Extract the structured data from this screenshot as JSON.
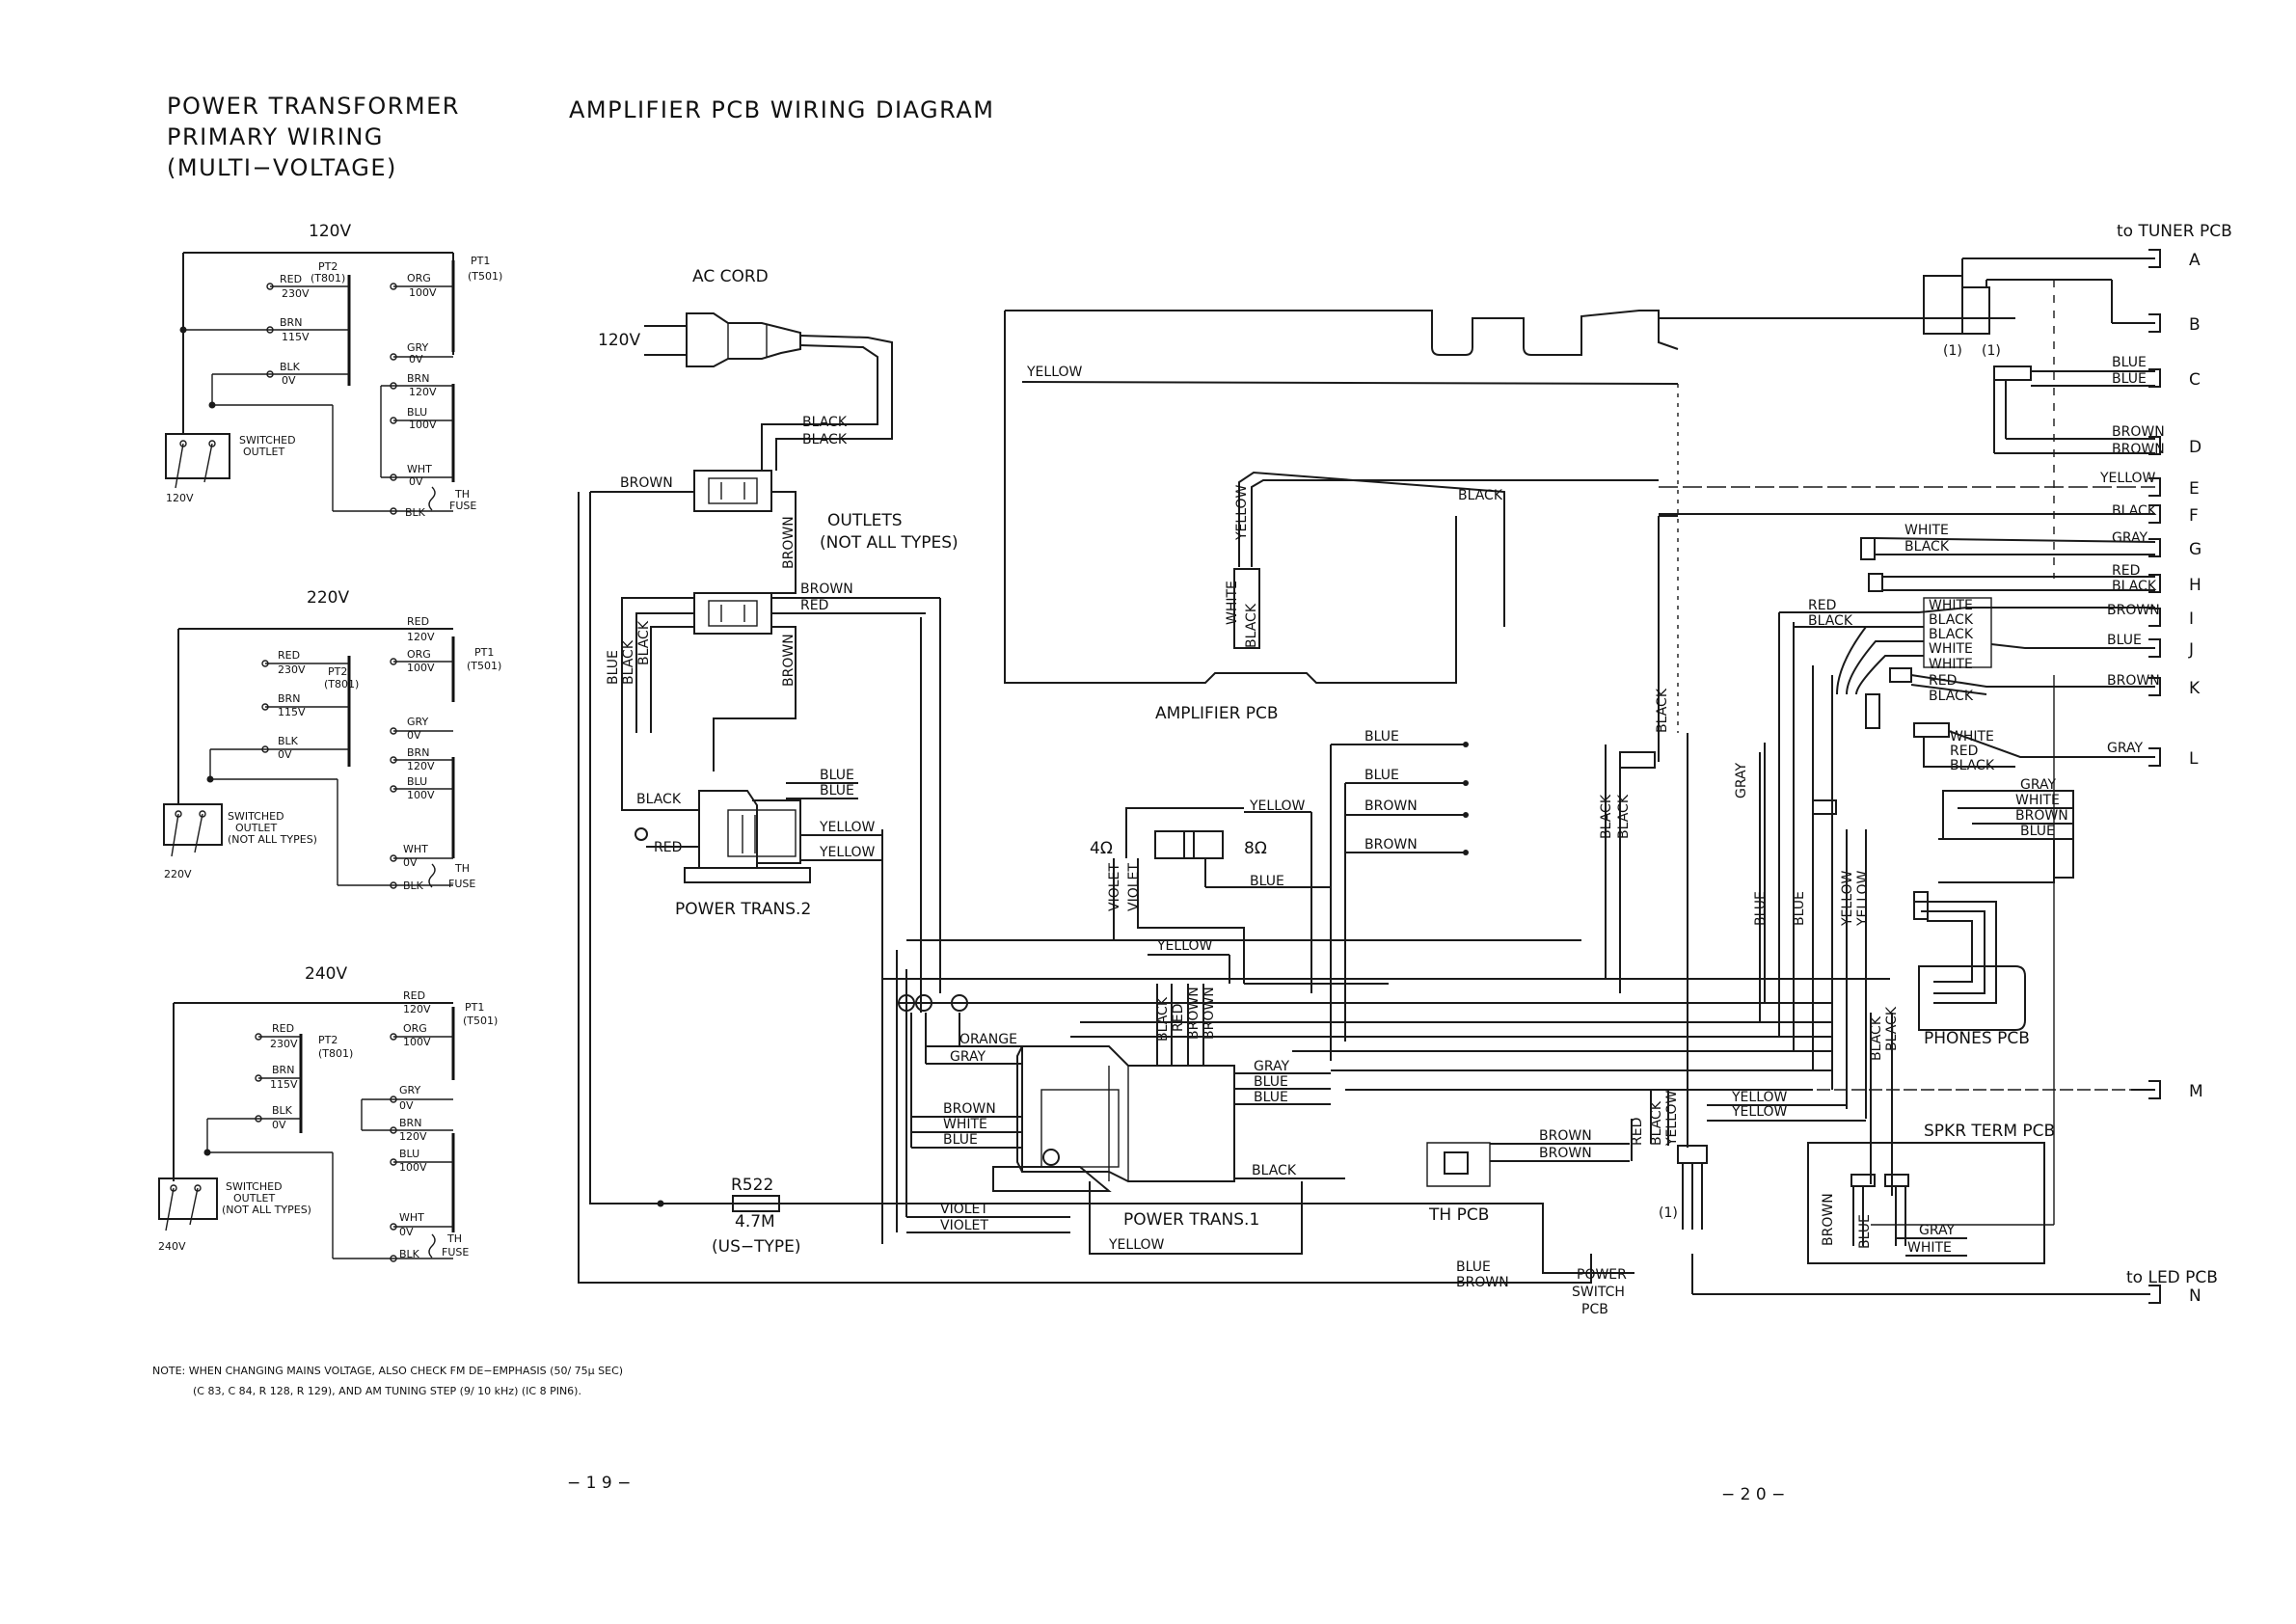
{
  "headings": {
    "left_line1": "POWER TRANSFORMER",
    "left_line2": "PRIMARY WIRING",
    "left_line3": "(MULTI−VOLTAGE)",
    "main": "AMPLIFIER PCB WIRING DIAGRAM"
  },
  "primary": {
    "v120": "120V",
    "v220": "220V",
    "v240": "240V",
    "pt2": "PT2",
    "t801": "(T801)",
    "pt1": "PT1",
    "t501": "(T501)",
    "red": "RED",
    "brn": "BRN",
    "blk": "BLK",
    "org": "ORG",
    "gry": "GRY",
    "blu": "BLU",
    "wht": "WHT",
    "v230": "230V",
    "v115": "115V",
    "v0": "0V",
    "v100": "100V",
    "th": "TH",
    "fuse": "FUSE",
    "switched": "SWITCHED",
    "outlet": "OUTLET",
    "notall": "(NOT ALL TYPES)"
  },
  "parts": {
    "ac_cord": "AC CORD",
    "v120": "120V",
    "outlets_1": "OUTLETS",
    "outlets_2": "(NOT ALL TYPES)",
    "power_trans_2": "POWER TRANS.2",
    "power_trans_1": "POWER TRANS.1",
    "amplifier_pcb": "AMPLIFIER PCB",
    "r522": "R522",
    "r522_value": "4.7M",
    "r522_note": "(US−TYPE)",
    "th_pcb": "TH PCB",
    "phones_pcb": "PHONES PCB",
    "spkr_term_pcb": "SPKR TERM PCB",
    "power_switch_1": "POWER",
    "power_switch_2": "SWITCH",
    "power_switch_3": "PCB",
    "ohm4": "4Ω",
    "ohm8": "8Ω",
    "mark1": "(1)"
  },
  "wires": {
    "yellow": "YELLOW",
    "black": "BLACK",
    "brown": "BROWN",
    "red": "RED",
    "blue": "BLUE",
    "white": "WHITE",
    "gray": "GRAY",
    "violet": "VIOLET",
    "orange": "ORANGE"
  },
  "connectors": {
    "to_tuner": "to TUNER PCB",
    "to_led": "to LED PCB",
    "letters": [
      "A",
      "B",
      "C",
      "D",
      "E",
      "F",
      "G",
      "H",
      "I",
      "J",
      "K",
      "L",
      "M",
      "N"
    ]
  },
  "note_line1": "NOTE: WHEN CHANGING MAINS VOLTAGE, ALSO CHECK FM DE−EMPHASIS (50/ 75μ SEC)",
  "note_line2": "(C 83, C 84, R 128, R 129), AND AM TUNING STEP (9/ 10 kHz) (IC 8 PIN6).",
  "page_left": "− 1 9 −",
  "page_right": "− 2 0 −"
}
